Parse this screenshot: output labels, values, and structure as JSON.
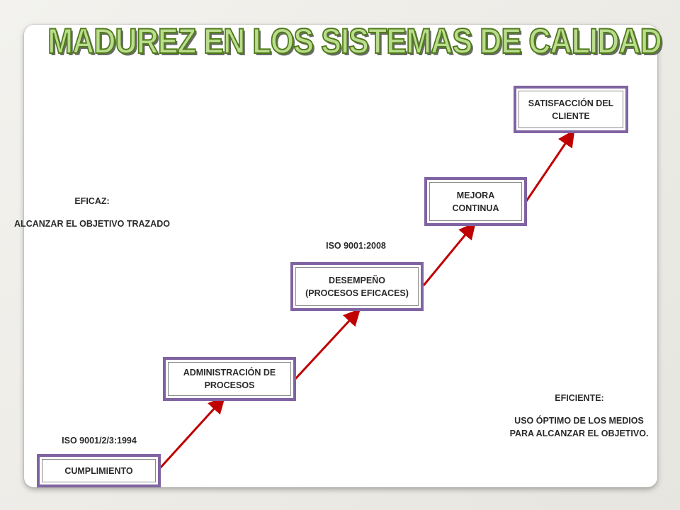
{
  "title": "MADUREZ EN LOS SISTEMAS DE CALIDAD",
  "steps": [
    {
      "label": "CUMPLIMIENTO"
    },
    {
      "label": "ADMINISTRACIÓN DE\nPROCESOS"
    },
    {
      "label": "DESEMPEÑO\n(PROCESOS EFICACES)"
    },
    {
      "label": "MEJORA\nCONTINUA"
    },
    {
      "label": "SATISFACCIÓN DEL\nCLIENTE"
    }
  ],
  "standards": {
    "iso_1994": "ISO 9001/2/3:1994",
    "iso_2008": "ISO 9001:2008"
  },
  "definitions": {
    "eficaz_term": "EFICAZ:",
    "eficaz_def": "ALCANZAR EL OBJETIVO TRAZADO",
    "eficiente_term": "EFICIENTE:",
    "eficiente_def": "USO ÓPTIMO DE LOS MEDIOS\nPARA ALCANZAR EL OBJETIVO."
  },
  "colors": {
    "box_border": "#8064a2",
    "arrow": "#c00000",
    "title_fill": "#b9dc8d",
    "title_outline": "#4f7a19"
  }
}
